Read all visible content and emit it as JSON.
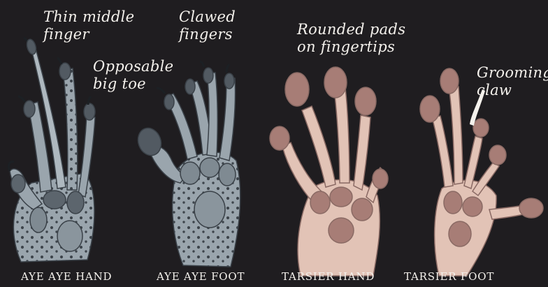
{
  "annotations": {
    "thin_middle_finger": [
      "Thin middle",
      "finger"
    ],
    "opposable_big_toe": [
      "Opposable",
      "big toe"
    ],
    "clawed_fingers": [
      "Clawed",
      "fingers"
    ],
    "rounded_pads": [
      "Rounded pads",
      "on fingertips"
    ],
    "grooming_claw": [
      "Grooming",
      "claw"
    ]
  },
  "captions": {
    "aye_aye_hand": "AYE AYE HAND",
    "aye_aye_foot": "AYE AYE FOOT",
    "tarsier_hand": "TARSIER HAND",
    "tarsier_foot": "TARSIER FOOT"
  },
  "colors": {
    "background": "#1f1d20",
    "aye_aye_skin": "#9aa5ad",
    "aye_aye_dark": "#525a62",
    "tarsier_skin": "#e2c3b6",
    "tarsier_pad": "#a77d76",
    "text": "#f4f1ec"
  }
}
